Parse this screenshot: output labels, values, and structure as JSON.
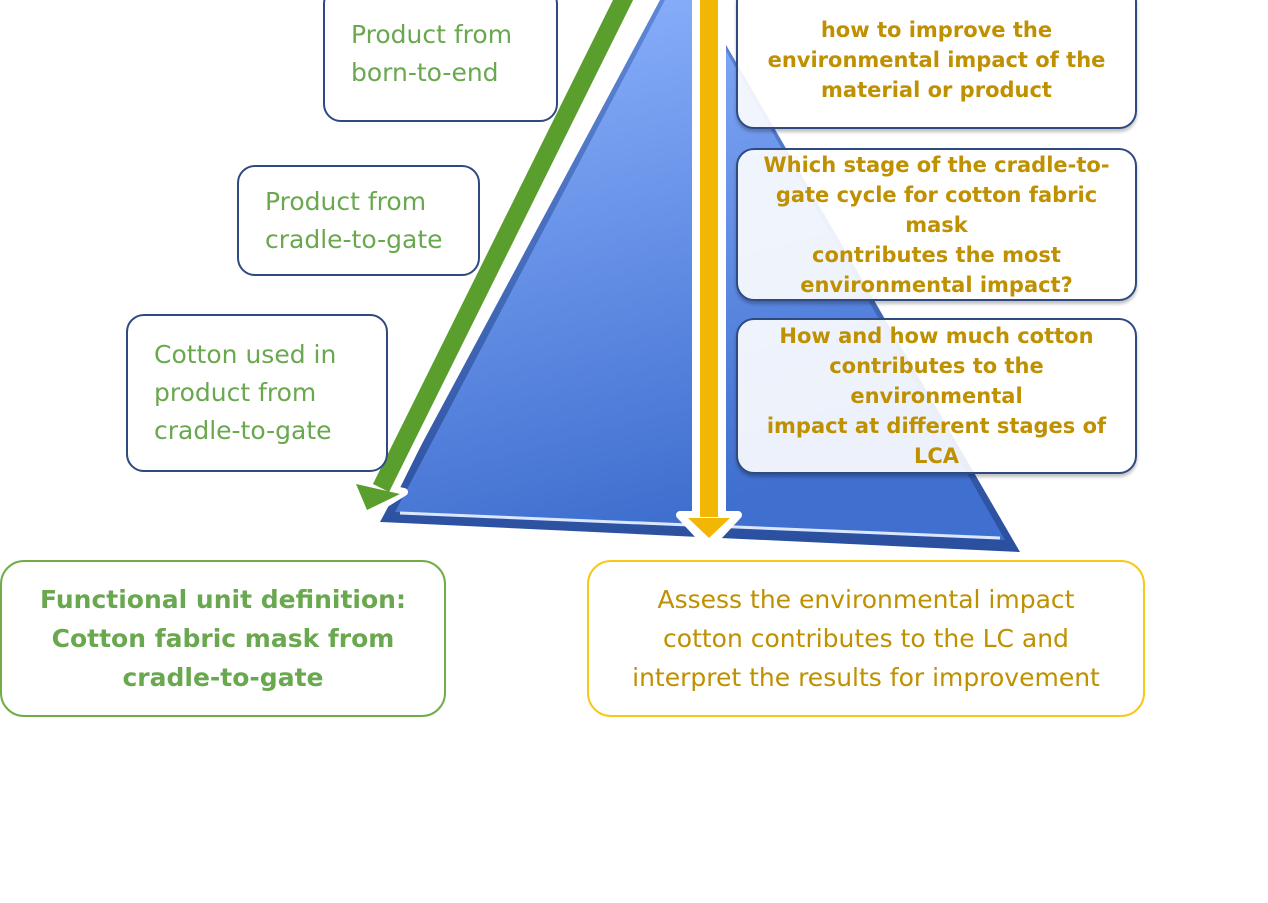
{
  "left_boxes": {
    "born_to_end": "Product   from\nborn-to-end",
    "cradle_to_gate": "Product from\ncradle-to-gate",
    "cotton_used": "Cotton used in\nproduct from\ncradle-to-gate"
  },
  "right_boxes": {
    "improve": "how to improve the\nenvironmental impact of the\nmaterial or product",
    "which_stage": "Which stage of the cradle-to-\ngate cycle for cotton fabric mask\ncontributes the most\nenvironmental impact?",
    "how_much": "How and how much cotton\ncontributes to the environmental\nimpact at different stages of LCA"
  },
  "bottom_boxes": {
    "functional_unit": "Functional unit definition:\nCotton fabric mask from\ncradle-to-gate",
    "assess": "Assess the environmental impact\ncotton contributes to the LC and\ninterpret the results for improvement"
  },
  "colors": {
    "green_text": "#6aa84f",
    "green_arrow": "#5a9e2e",
    "gold_text": "#bf9000",
    "gold_arrow": "#f2b705",
    "navy_border": "#2f4a80",
    "triangle_light": "#8fb4ff",
    "triangle_dark": "#3f6fcf"
  }
}
